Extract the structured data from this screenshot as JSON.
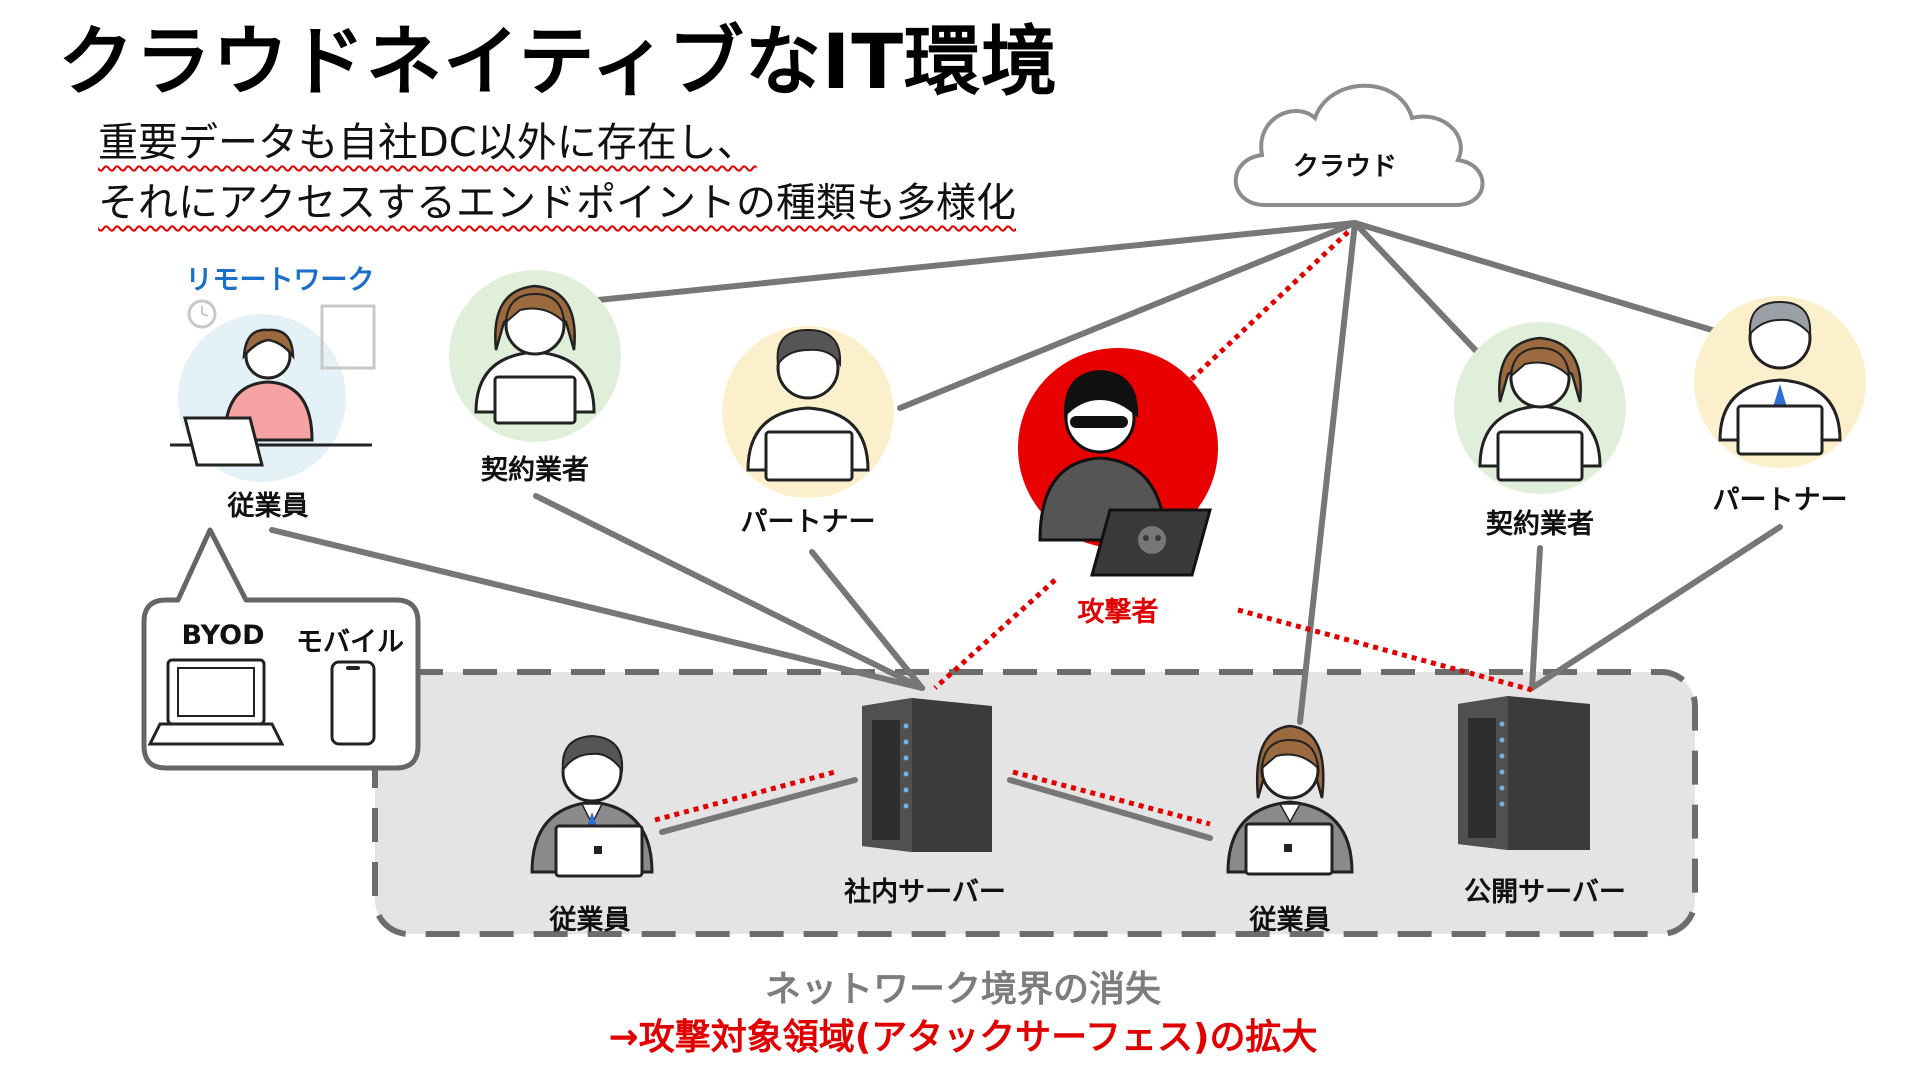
{
  "title": "クラウドネイティブなIT環境",
  "subtitle": {
    "line1": "重要データも自社DC以外に存在し、",
    "line2": "それにアクセスするエンドポイントの種類も多様化"
  },
  "cloud_label": "クラウド",
  "remote": {
    "heading": "リモートワーク",
    "label": "従業員",
    "byod": "BYOD",
    "mobile": "モバイル"
  },
  "people": {
    "contractor1": "契約業者",
    "partner1": "パートナー",
    "attacker": "攻撃者",
    "contractor2": "契約業者",
    "partner2": "パートナー"
  },
  "internal": {
    "employee_left": "従業員",
    "internal_server": "社内サーバー",
    "employee_right": "従業員",
    "public_server": "公開サーバー"
  },
  "caption": {
    "line1": "ネットワーク境界の消失",
    "line2": "→攻撃対象領域(アタックサーフェス)の拡大"
  },
  "colors": {
    "attack_red": "#e00000",
    "line_gray": "#7a7a7a",
    "remote_blue": "#1a6fc9",
    "boundary_gray": "#dcdcdc"
  }
}
